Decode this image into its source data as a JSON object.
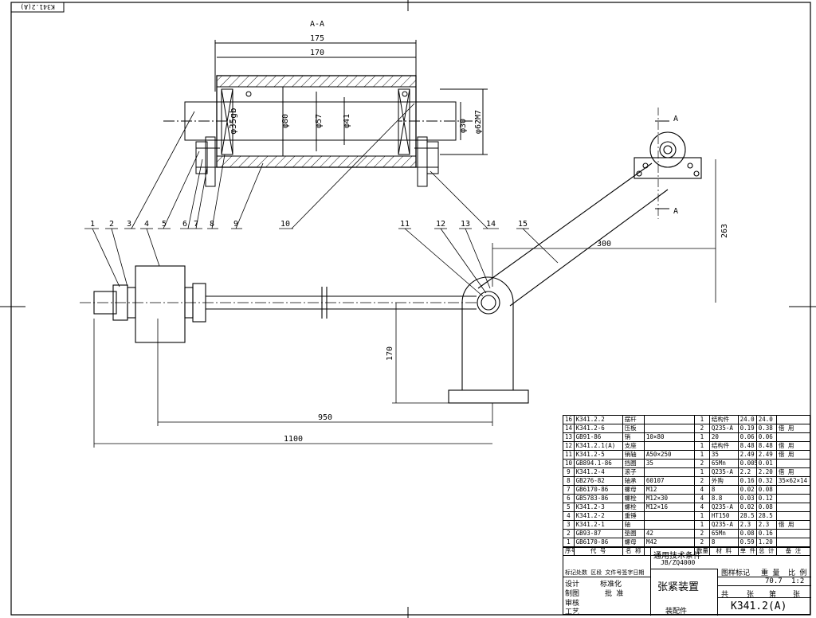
{
  "drawing_code_corner": "K341.2(A)",
  "drawing_code": "K341.2(A)",
  "section_label": "A-A",
  "section_arrow_labels": [
    "A",
    "A"
  ],
  "dimensions": {
    "d175": "175",
    "d170_top": "170",
    "d80": "φ80",
    "d57": "φ57",
    "d41": "φ41",
    "d35": "φ35gb",
    "d30": "φ30",
    "d62": "φ62M7",
    "d300": "300",
    "d263": "263",
    "d170_side": "170",
    "d950": "950",
    "d1100": "1100"
  },
  "callouts": [
    "1",
    "2",
    "3",
    "4",
    "5",
    "6",
    "7",
    "8",
    "9",
    "10",
    "11",
    "12",
    "13",
    "14",
    "15"
  ],
  "bom_rows": [
    [
      "16",
      "K341.2.2",
      "摆杆",
      "",
      "1",
      "结构件",
      "24.0",
      "24.0",
      ""
    ],
    [
      "14",
      "K341.2-6",
      "压板",
      "",
      "2",
      "Q235-A",
      "0.19",
      "0.38",
      "借 用"
    ],
    [
      "13",
      "GB91-86",
      "销",
      "10×80",
      "1",
      "20",
      "0.06",
      "0.06",
      ""
    ],
    [
      "12",
      "K341.2.1(A)",
      "支座",
      "",
      "1",
      "结构件",
      "8.48",
      "8.48",
      "借 用"
    ],
    [
      "11",
      "K341.2-5",
      "销轴",
      "A50×250",
      "1",
      "35",
      "2.49",
      "2.49",
      "借 用"
    ],
    [
      "10",
      "GB894.1-86",
      "挡圈",
      "35",
      "2",
      "65Mn",
      "0.005",
      "0.01",
      ""
    ],
    [
      "9",
      "K341.2-4",
      "滚子",
      "",
      "1",
      "Q235-A",
      "2.2",
      "2.20",
      "借 用"
    ],
    [
      "8",
      "GB276-82",
      "轴承",
      "60107",
      "2",
      "外购",
      "0.16",
      "0.32",
      "35×62×14"
    ],
    [
      "7",
      "GB6170-86",
      "螺母",
      "M12",
      "4",
      "8",
      "0.02",
      "0.08",
      ""
    ],
    [
      "6",
      "GB5783-86",
      "螺栓",
      "M12×30",
      "4",
      "8.8",
      "0.03",
      "0.12",
      ""
    ],
    [
      "5",
      "K341.2-3",
      "螺栓",
      "M12×16",
      "4",
      "Q235-A",
      "0.02",
      "0.08",
      ""
    ],
    [
      "4",
      "K341.2-2",
      "重锤",
      "",
      "1",
      "HT150",
      "28.5",
      "28.5",
      ""
    ],
    [
      "3",
      "K341.2-1",
      "轴",
      "",
      "1",
      "Q235-A",
      "2.3",
      "2.3",
      "借 用"
    ],
    [
      "2",
      "GB93-87",
      "垫圈",
      "42",
      "2",
      "65Mn",
      "0.08",
      "0.16",
      ""
    ],
    [
      "1",
      "GB6170-86",
      "螺母",
      "M42",
      "2",
      "8",
      "0.59",
      "1.20",
      ""
    ]
  ],
  "bom_header": [
    "序号",
    "代 号",
    "名 称",
    "",
    "数量",
    "材 料",
    "单 件",
    "总 计",
    "备 注"
  ],
  "title_block": {
    "tech_req": "通用技术条件",
    "standard": "JB/ZQ4000",
    "title": "张紧装置",
    "doc_type": "装配件",
    "stage_mark": "图样标记",
    "weight_label": "重 量",
    "scale_label": "比 例",
    "weight": "70.7",
    "scale": "1:2",
    "sheets_total": "共",
    "sheets_label": "张",
    "sheet_no": "第",
    "sheet_label": "张",
    "rev_cols": "标记处数 区段 文件号签字日期",
    "design": "设计",
    "standardize": "标准化",
    "draw": "制图",
    "approve": "批 准",
    "check": "审核",
    "process": "工艺"
  }
}
